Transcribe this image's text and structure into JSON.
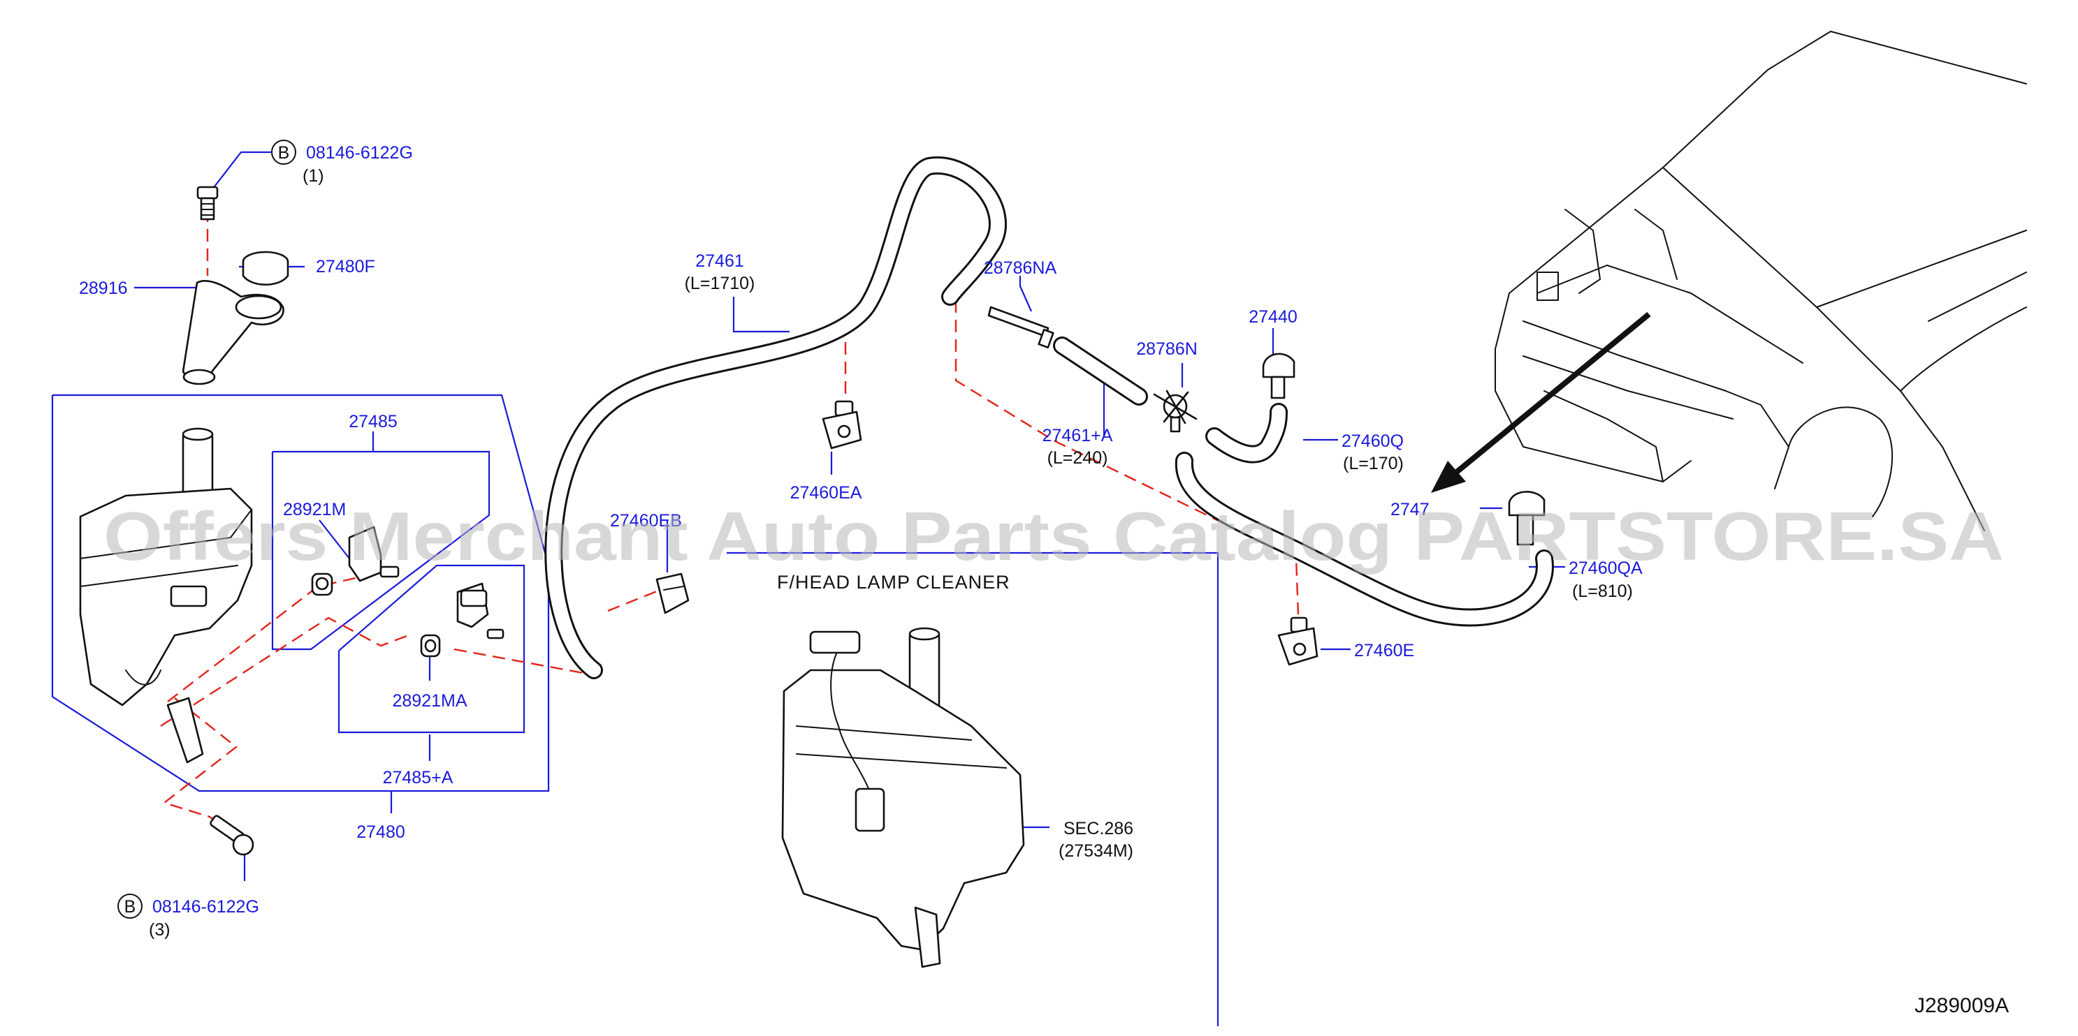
{
  "watermark": "Offers Merchant Auto Parts Catalog PARTSTORE.SA",
  "caption": "F/HEAD   LAMP   CLEANER",
  "diagram_code": "J289009A",
  "bolt_top": {
    "badge": "B",
    "part": "08146-6122G",
    "qty": "(1)"
  },
  "bolt_bottom": {
    "badge": "B",
    "part": "08146-6122G",
    "qty": "(3)"
  },
  "parts": {
    "p27480F": "27480F",
    "p28916": "28916",
    "p27485": "27485",
    "p28921M": "28921M",
    "p28921MA": "28921MA",
    "p27485A": "27485+A",
    "p27480": "27480",
    "p27460EB": "27460EB",
    "p27461": "27461",
    "p27461_len": "(L=1710)",
    "p28786NA": "28786NA",
    "p27460EA": "27460EA",
    "p28786N": "28786N",
    "p27461A": "27461+A",
    "p27461A_len": "(L=240)",
    "p27440": "27440",
    "p27460Q": "27460Q",
    "p27460Q_len": "(L=170)",
    "p2747x": "2747",
    "p27460QA": "27460QA",
    "p27460QA_len": "(L=810)",
    "p27460E": "27460E",
    "sec": "SEC.286",
    "sec_ref": "(27534M)"
  },
  "colors": {
    "part_number": "#1a1adb",
    "leader_dash": "#e2231a",
    "linework": "#111111"
  }
}
